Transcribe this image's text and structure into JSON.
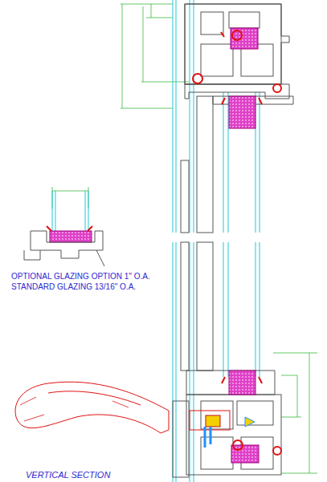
{
  "diagram": {
    "caption": "VERTICAL SECTION",
    "labels": [
      "OPTIONAL GLAZING OPTION 1\" O.A.",
      "STANDARD GLAZING 13/16\" O.A."
    ]
  }
}
